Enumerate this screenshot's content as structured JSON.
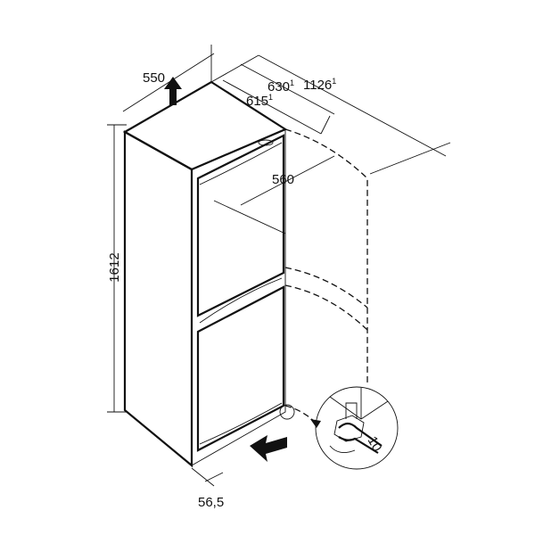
{
  "dimensions": {
    "height": "1612",
    "width": "550",
    "depth_a": "630",
    "depth_a_note": "1",
    "depth_total": "1126",
    "depth_total_note": "1",
    "depth_b": "615",
    "depth_b_note": "1",
    "inner_depth": "560",
    "gap": "56,5",
    "wrench_size": "10"
  },
  "colors": {
    "line": "#111111",
    "background": "#ffffff"
  }
}
